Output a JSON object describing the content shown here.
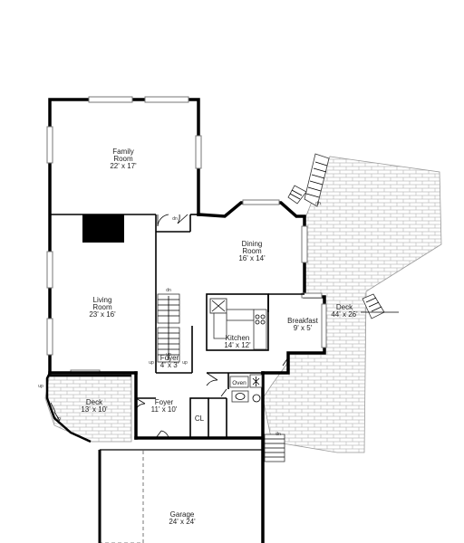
{
  "rooms": {
    "family_room": {
      "name": "Family Room",
      "name_l1": "Family",
      "name_l2": "Room",
      "dims": "22' x 17'"
    },
    "living_room": {
      "name": "Living Room",
      "name_l1": "Living",
      "name_l2": "Room",
      "dims": "23' x 16'"
    },
    "dining_room": {
      "name": "Dining Room",
      "name_l1": "Dining",
      "name_l2": "Room",
      "dims": "16' x 14'"
    },
    "kitchen": {
      "name": "Kitchen",
      "dims": "14' x 12'"
    },
    "breakfast": {
      "name": "Breakfast",
      "dims": "9' x 5'"
    },
    "deck_east": {
      "name": "Deck",
      "dims": "44' x 26'"
    },
    "deck_west": {
      "name": "Deck",
      "dims": "13' x 10'"
    },
    "foyer_upper": {
      "name": "Foyer",
      "dims": "4' x 3'"
    },
    "foyer_lower": {
      "name": "Foyer",
      "dims": "11' x 10'"
    },
    "closet": {
      "name": "CL"
    },
    "oven": {
      "name": "Oven"
    },
    "garage": {
      "name": "Garage",
      "dims": "24' x 24'"
    }
  },
  "annotations": {
    "dn": "dn",
    "up": "up"
  }
}
